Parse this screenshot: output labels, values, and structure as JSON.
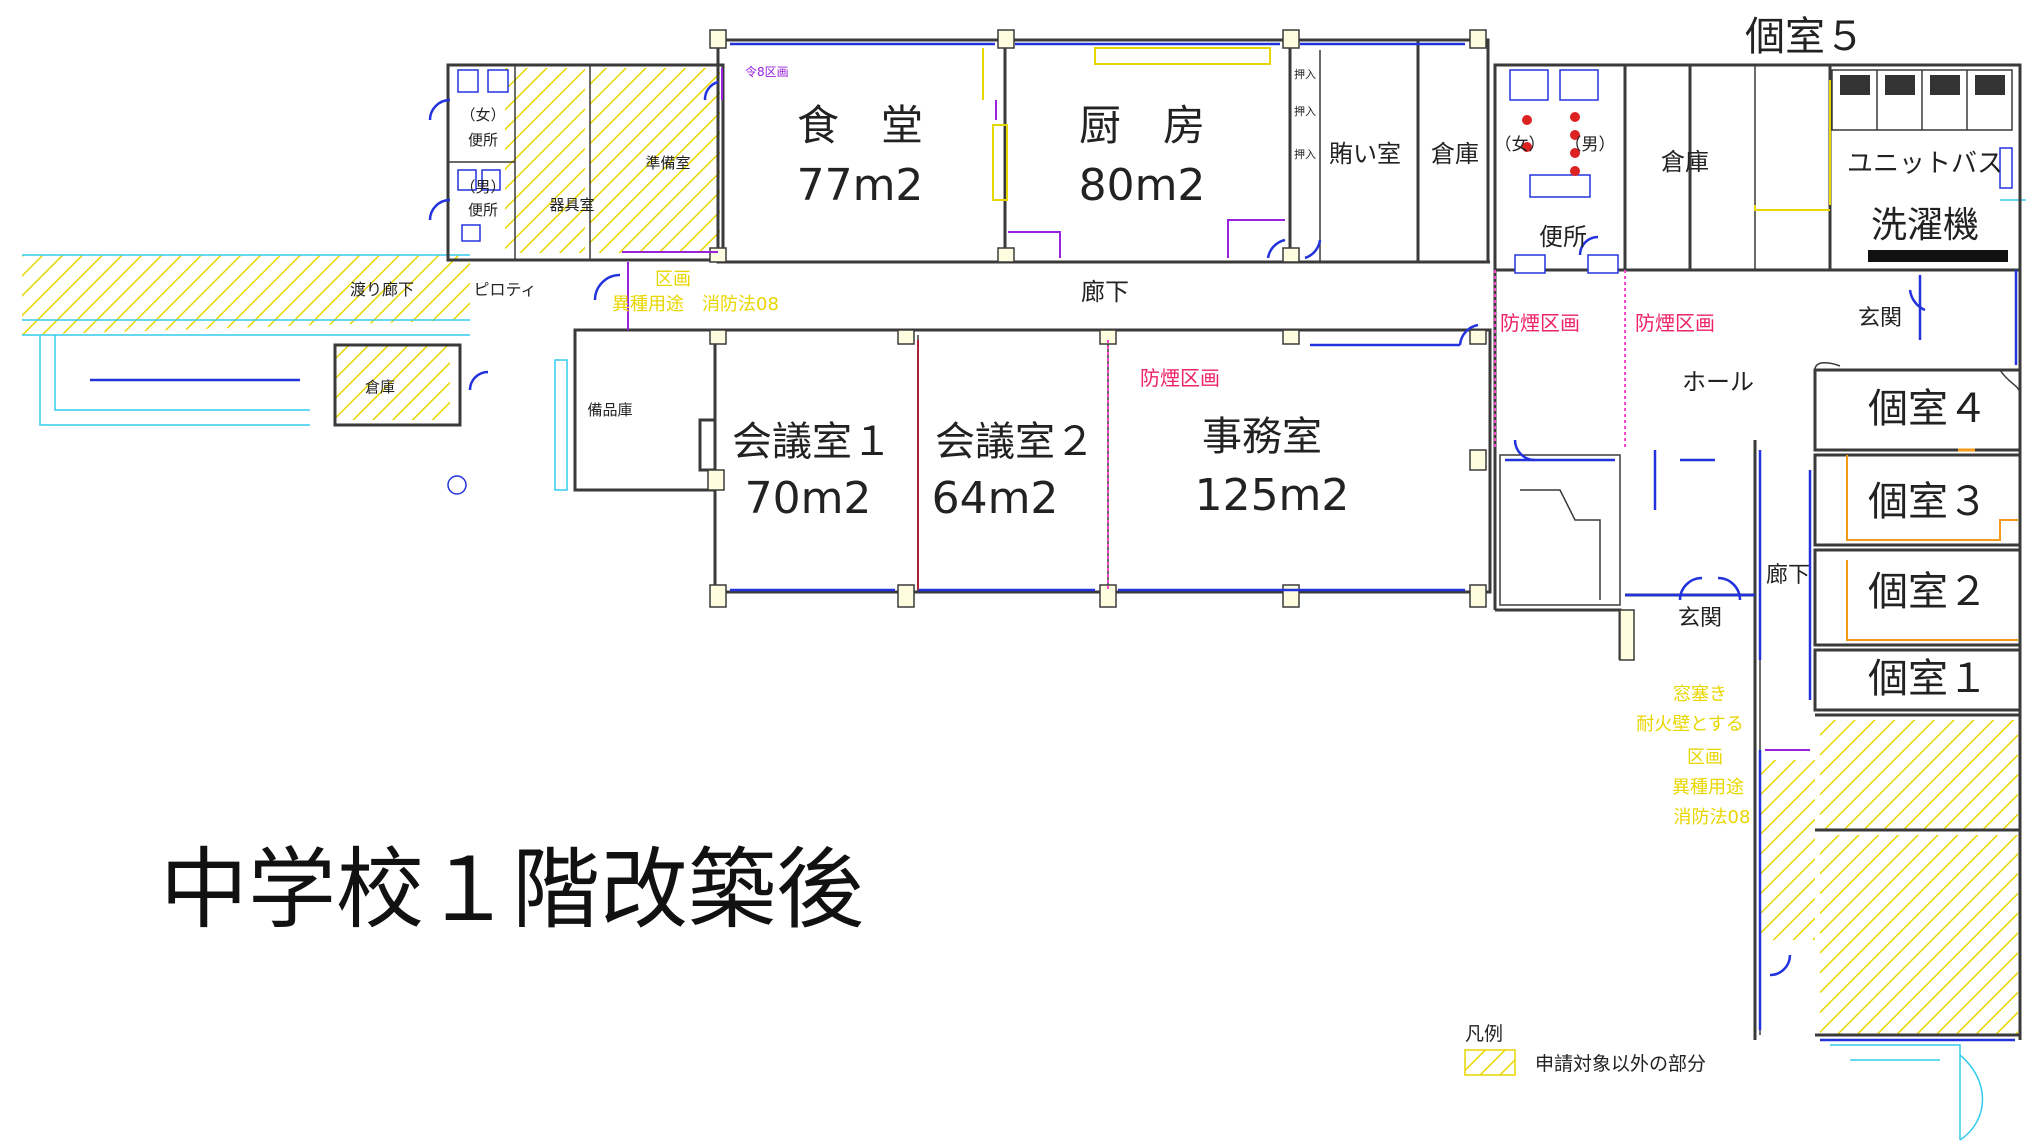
{
  "title": "中学校１階改築後",
  "colors": {
    "wall": "#3a3a3a",
    "window": "#2233dd",
    "hatch": "#e8d600",
    "smoke_partition": "#ee2266",
    "cyan_outline": "#33ccee",
    "purple": "#9922dd"
  },
  "rooms": {
    "dining_name": "食　堂",
    "dining_area": "77m2",
    "kitchen_name": "厨　房",
    "kitchen_area": "80m2",
    "meeting1_name": "会議室１",
    "meeting1_area": "70m2",
    "meeting2_name": "会議室２",
    "meeting2_area": "64m2",
    "office_name": "事務室",
    "office_area": "125m2",
    "pantry": "賄い室",
    "storage_a": "倉庫",
    "storage_b": "倉庫",
    "storage_c": "倉庫",
    "prep_room": "準備室",
    "equipment_room": "器具室",
    "supply_storage": "備品庫",
    "womens_label": "（女）",
    "womens_toilet": "便所",
    "mens_label": "（男）",
    "mens_toilet": "便所",
    "toilet_women_short": "（女）",
    "toilet_men_short": "（男）",
    "toilet_center": "便所",
    "hall": "ホール",
    "entrance_a": "玄関",
    "entrance_b": "玄関",
    "corridor_main": "廊下",
    "corridor_side": "廊下",
    "walkway": "渡り廊下",
    "piloti": "ピロティ",
    "closet1": "押入",
    "closet2": "押入",
    "closet3": "押入",
    "unit_bath": "ユニットバス",
    "washing_machine": "洗濯機",
    "private5": "個室５",
    "private4": "個室４",
    "private3": "個室３",
    "private2": "個室２",
    "private1": "個室１"
  },
  "annotations": {
    "rei8": "令8区画",
    "kukaku_top": "区画",
    "ishu_top": "異種用途　消防法08",
    "smoke1": "防煙区画",
    "smoke2": "防煙区画",
    "smoke3": "防煙区画",
    "window_wall_line1": "窓塞き",
    "window_wall_line2": "耐火壁とする",
    "kukaku_right": "区画",
    "ishu_right": "異種用途",
    "shobo_right": "消防法08"
  },
  "legend": {
    "heading": "凡例",
    "item": "申請対象以外の部分"
  }
}
